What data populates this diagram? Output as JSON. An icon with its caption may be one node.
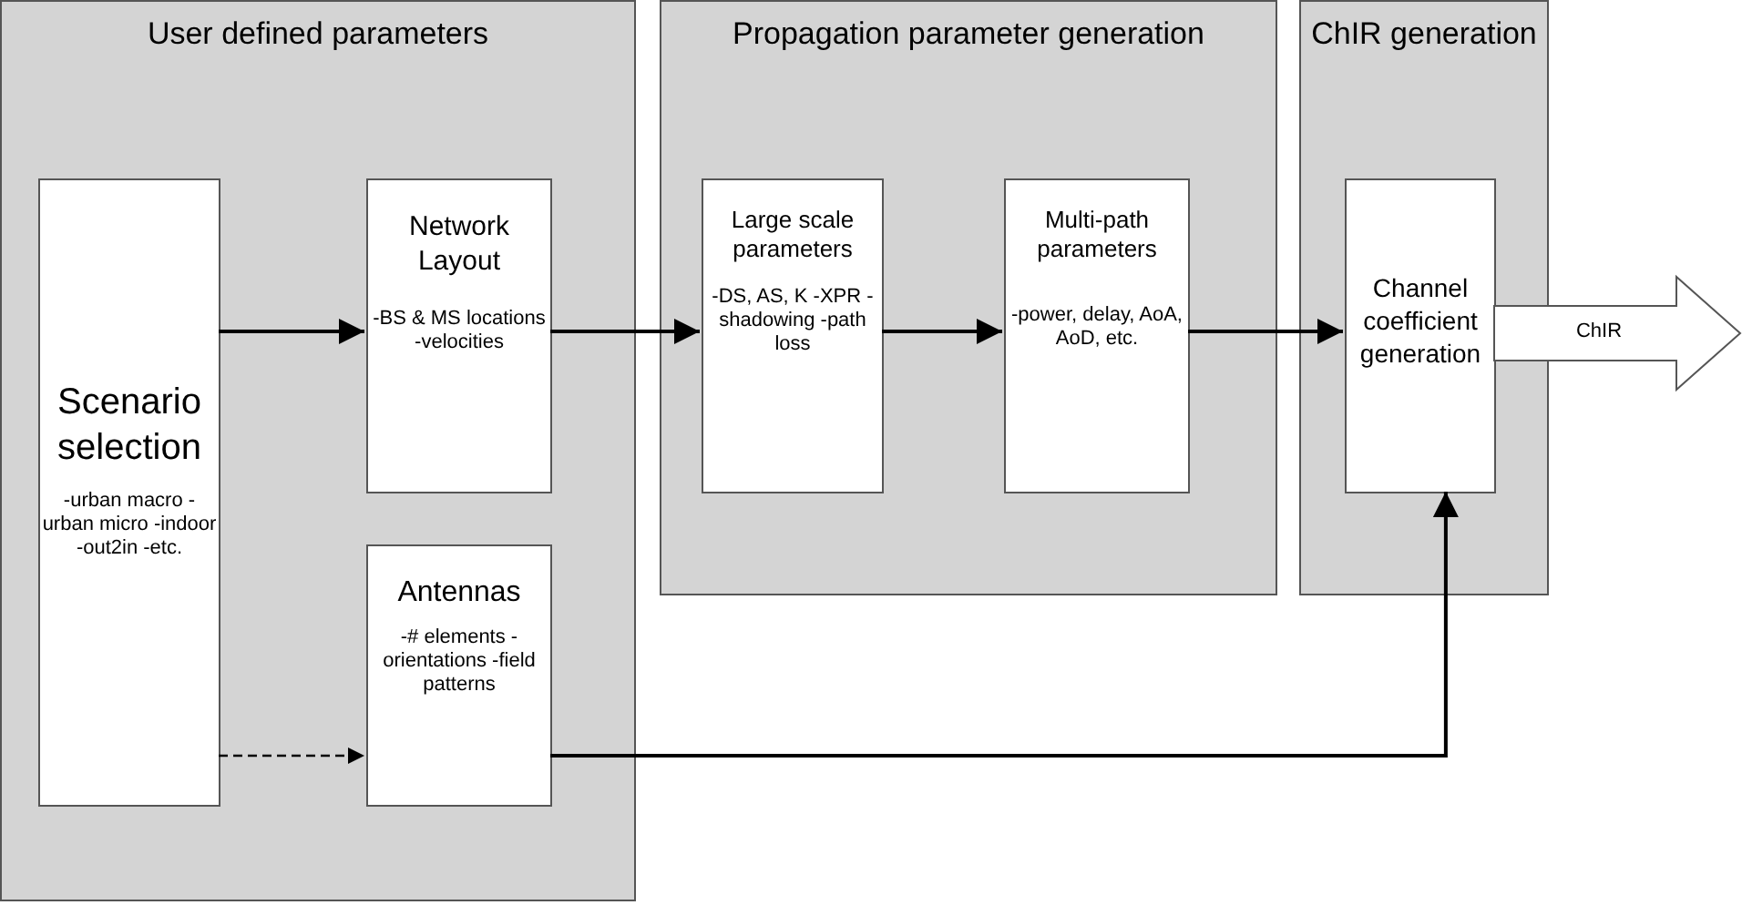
{
  "diagram": {
    "nodes": [
      {
        "text": [
          "User defined parameters"
        ]
      },
      {
        "text": [
          "Scenario selection",
          "-urban macro -urban micro -indoor -out2in -etc."
        ],
        "in": 0
      },
      {
        "text": [
          "Network Layout",
          "-BS & MS locations -velocities"
        ],
        "in": 0
      },
      {
        "text": [
          "Antennas",
          "-# elements -orientations -field patterns"
        ],
        "in": 0
      },
      {
        "text": [
          "Propagation parameter generation"
        ]
      },
      {
        "text": [
          "Large scale parameters",
          "-DS, AS, K -XPR -shadowing -path loss"
        ],
        "in": 4
      },
      {
        "text": [
          "Multi-path parameters",
          "-power, delay, AoA, AoD, etc."
        ],
        "in": 4
      },
      {
        "text": [
          "ChIR generation"
        ]
      },
      {
        "text": [
          "Channel coefficient generation"
        ],
        "in": 7
      }
    ],
    "edges": [
      {
        "from": 1,
        "to": 2,
        "arrow": "to"
      },
      {
        "from": 2,
        "to": 5,
        "arrow": "to"
      },
      {
        "from": 5,
        "to": 6,
        "arrow": "to"
      },
      {
        "from": 6,
        "to": 8,
        "arrow": "to"
      },
      {
        "from": 1,
        "to": 3,
        "arrow": "to",
        "style": "dashed"
      },
      {
        "from": 3,
        "to": 8,
        "arrow": "to"
      },
      {
        "from": 8,
        "to": null,
        "arrow": "to",
        "label": "ChIR",
        "style": "thick"
      }
    ]
  }
}
